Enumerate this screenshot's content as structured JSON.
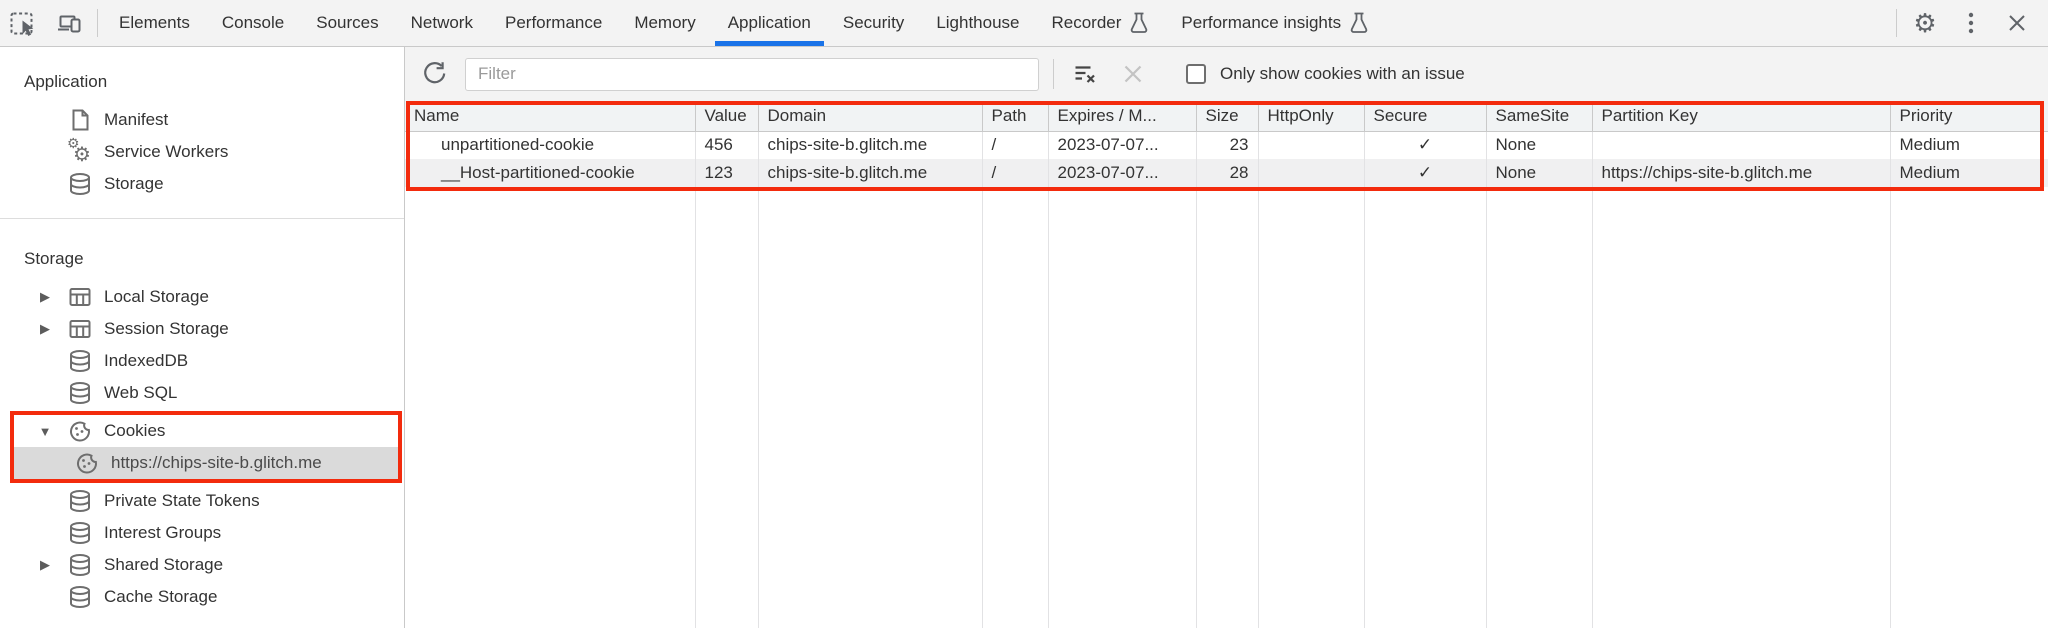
{
  "colors": {
    "annotation-red": "#f32b0d",
    "accent-blue": "#1a73e8",
    "selection-gray": "#dadada"
  },
  "tabbar": {
    "tabs": [
      {
        "label": "Elements"
      },
      {
        "label": "Console"
      },
      {
        "label": "Sources"
      },
      {
        "label": "Network"
      },
      {
        "label": "Performance"
      },
      {
        "label": "Memory"
      },
      {
        "label": "Application"
      },
      {
        "label": "Security"
      },
      {
        "label": "Lighthouse"
      },
      {
        "label": "Recorder"
      },
      {
        "label": "Performance insights"
      }
    ],
    "active_tab": "Application"
  },
  "sidebar": {
    "sections": [
      {
        "title": "Application",
        "items": [
          {
            "label": "Manifest"
          },
          {
            "label": "Service Workers"
          },
          {
            "label": "Storage"
          }
        ]
      },
      {
        "title": "Storage",
        "items": [
          {
            "label": "Local Storage"
          },
          {
            "label": "Session Storage"
          },
          {
            "label": "IndexedDB"
          },
          {
            "label": "Web SQL"
          },
          {
            "label": "Cookies"
          },
          {
            "label": "https://chips-site-b.glitch.me"
          },
          {
            "label": "Private State Tokens"
          },
          {
            "label": "Interest Groups"
          },
          {
            "label": "Shared Storage"
          },
          {
            "label": "Cache Storage"
          }
        ]
      }
    ]
  },
  "cookies_toolbar": {
    "filter_placeholder": "Filter",
    "only_issue_label": "Only show cookies with an issue"
  },
  "cookies_table": {
    "columns": [
      "Name",
      "Value",
      "Domain",
      "Path",
      "Expires / M...",
      "Size",
      "HttpOnly",
      "Secure",
      "SameSite",
      "Partition Key",
      "Priority"
    ],
    "rows": [
      {
        "name": "unpartitioned-cookie",
        "value": "456",
        "domain": "chips-site-b.glitch.me",
        "path": "/",
        "expires": "2023-07-07...",
        "size": "23",
        "http_only": "",
        "secure": "✓",
        "same_site": "None",
        "partition_key": "",
        "priority": "Medium"
      },
      {
        "name": "__Host-partitioned-cookie",
        "value": "123",
        "domain": "chips-site-b.glitch.me",
        "path": "/",
        "expires": "2023-07-07...",
        "size": "28",
        "http_only": "",
        "secure": "✓",
        "same_site": "None",
        "partition_key": "https://chips-site-b.glitch.me",
        "priority": "Medium"
      }
    ]
  }
}
